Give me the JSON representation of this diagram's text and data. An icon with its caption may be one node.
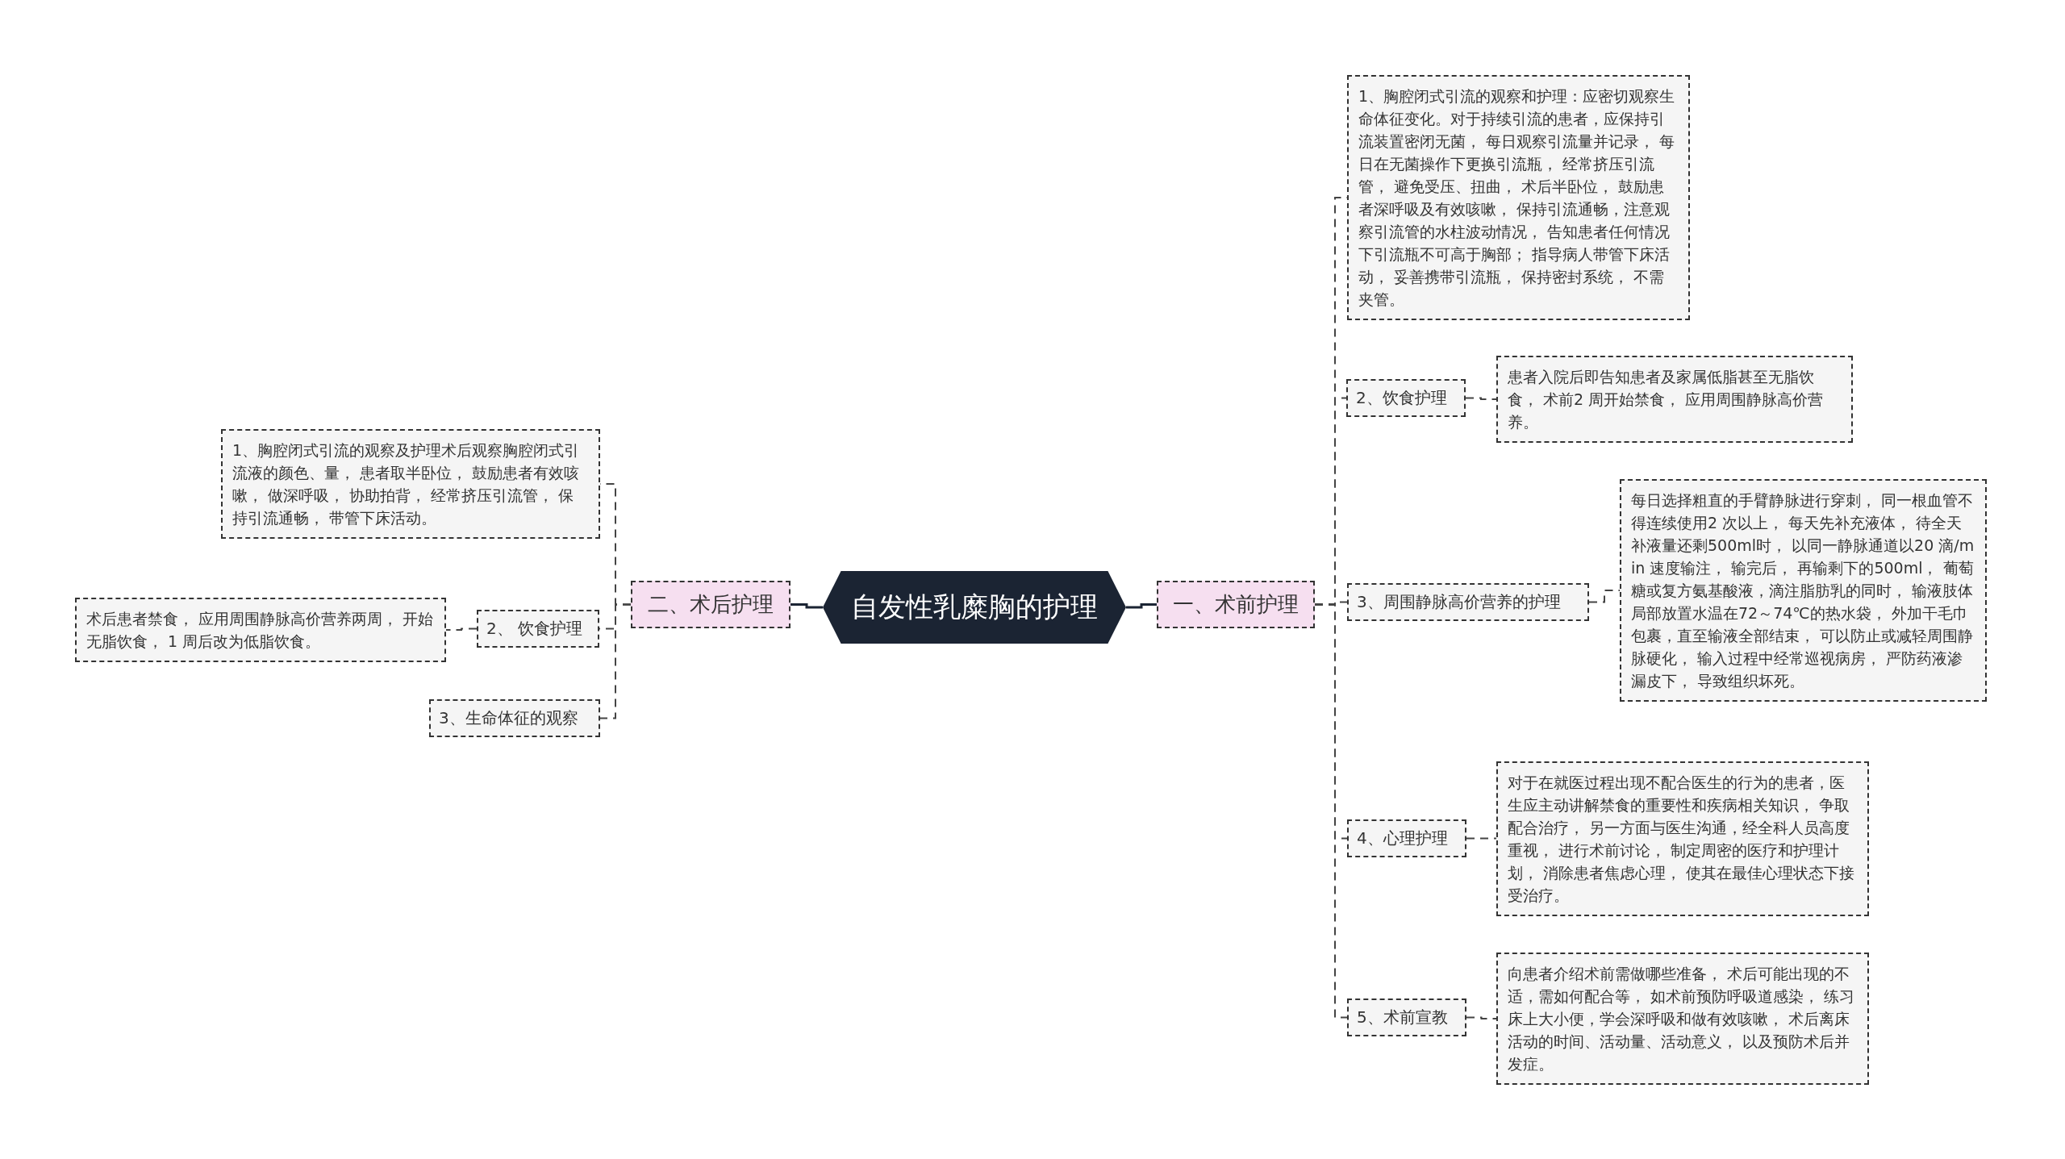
{
  "diagram": {
    "nodes": [
      {
        "text": [
          "自发性乳糜胸的护理"
        ]
      },
      {
        "text": [
          "一、术前护理"
        ]
      },
      {
        "text": [
          "1、胸腔闭式引流的观察和护理：应密切观察生命体征变化。对于持续引流的患者，应保持引流装置密闭无菌， 每日观察引流量并记录， 每日在无菌操作下更换引流瓶， 经常挤压引流管， 避免受压、扭曲， 术后半卧位， 鼓励患者深呼吸及有效咳嗽， 保持引流通畅，注意观察引流管的水柱波动情况， 告知患者任何情况下引流瓶不可高于胸部； 指导病人带管下床活动， 妥善携带引流瓶， 保持密封系统， 不需夹管。"
        ]
      },
      {
        "text": [
          "2、饮食护理"
        ]
      },
      {
        "text": [
          "患者入院后即告知患者及家属低脂甚至无脂饮食， 术前2 周开始禁食， 应用周围静脉高价营养。"
        ]
      },
      {
        "text": [
          "3、周围静脉高价营养的护理"
        ]
      },
      {
        "text": [
          "每日选择粗直的手臂静脉进行穿刺， 同一根血管不得连续使用2 次以上， 每天先补充液体， 待全天补液量还剩500ml时， 以同一静脉通道以20 滴/min 速度输注， 输完后， 再输剩下的500ml， 葡萄糖或复方氨基酸液，滴注脂肪乳的同时， 输液肢体局部放置水温在72～74℃的热水袋， 外加干毛巾包裹，直至输液全部结束， 可以防止或减轻周围静脉硬化， 输入过程中经常巡视病房， 严防药液渗漏皮下， 导致组织坏死。"
        ]
      },
      {
        "text": [
          "4、心理护理"
        ]
      },
      {
        "text": [
          "对于在就医过程出现不配合医生的行为的患者，医生应主动讲解禁食的重要性和疾病相关知识， 争取配合治疗， 另一方面与医生沟通，经全科人员高度重视， 进行术前讨论， 制定周密的医疗和护理计划， 消除患者焦虑心理， 使其在最佳心理状态下接受治疗。"
        ]
      },
      {
        "text": [
          "5、术前宣教"
        ]
      },
      {
        "text": [
          "向患者介绍术前需做哪些准备， 术后可能出现的不适，需如何配合等， 如术前预防呼吸道感染， 练习床上大小便，学会深呼吸和做有效咳嗽， 术后离床活动的时间、活动量、活动意义， 以及预防术后并发症。"
        ]
      },
      {
        "text": [
          "二、术后护理"
        ]
      },
      {
        "text": [
          "1、胸腔闭式引流的观察及护理术后观察胸腔闭式引流液的颜色、量， 患者取半卧位， 鼓励患者有效咳嗽， 做深呼吸， 协助拍背， 经常挤压引流管， 保持引流通畅， 带管下床活动。"
        ]
      },
      {
        "text": [
          "2、 饮食护理"
        ]
      },
      {
        "text": [
          "术后患者禁食， 应用周围静脉高价营养两周， 开始无脂饮食， 1 周后改为低脂饮食。"
        ]
      },
      {
        "text": [
          "3、生命体征的观察"
        ]
      }
    ],
    "edges": [
      {
        "from": 0,
        "to": 1,
        "arrow": "none",
        "color": "#1b2433"
      },
      {
        "from": 1,
        "to": 2,
        "arrow": "none",
        "style": "dashed"
      },
      {
        "from": 1,
        "to": 3,
        "arrow": "none",
        "style": "dashed"
      },
      {
        "from": 1,
        "to": 5,
        "arrow": "none",
        "style": "dashed"
      },
      {
        "from": 1,
        "to": 7,
        "arrow": "none",
        "style": "dashed"
      },
      {
        "from": 1,
        "to": 9,
        "arrow": "none",
        "style": "dashed"
      },
      {
        "from": 3,
        "to": 4,
        "arrow": "none",
        "style": "dashed"
      },
      {
        "from": 5,
        "to": 6,
        "arrow": "none",
        "style": "dashed"
      },
      {
        "from": 7,
        "to": 8,
        "arrow": "none",
        "style": "dashed"
      },
      {
        "from": 9,
        "to": 10,
        "arrow": "none",
        "style": "dashed"
      },
      {
        "from": 0,
        "to": 11,
        "arrow": "none",
        "color": "#1b2433"
      },
      {
        "from": 11,
        "to": 12,
        "arrow": "none",
        "style": "dashed"
      },
      {
        "from": 11,
        "to": 13,
        "arrow": "none",
        "style": "dashed"
      },
      {
        "from": 11,
        "to": 15,
        "arrow": "none",
        "style": "dashed"
      },
      {
        "from": 13,
        "to": 14,
        "arrow": "none",
        "style": "dashed"
      }
    ]
  }
}
